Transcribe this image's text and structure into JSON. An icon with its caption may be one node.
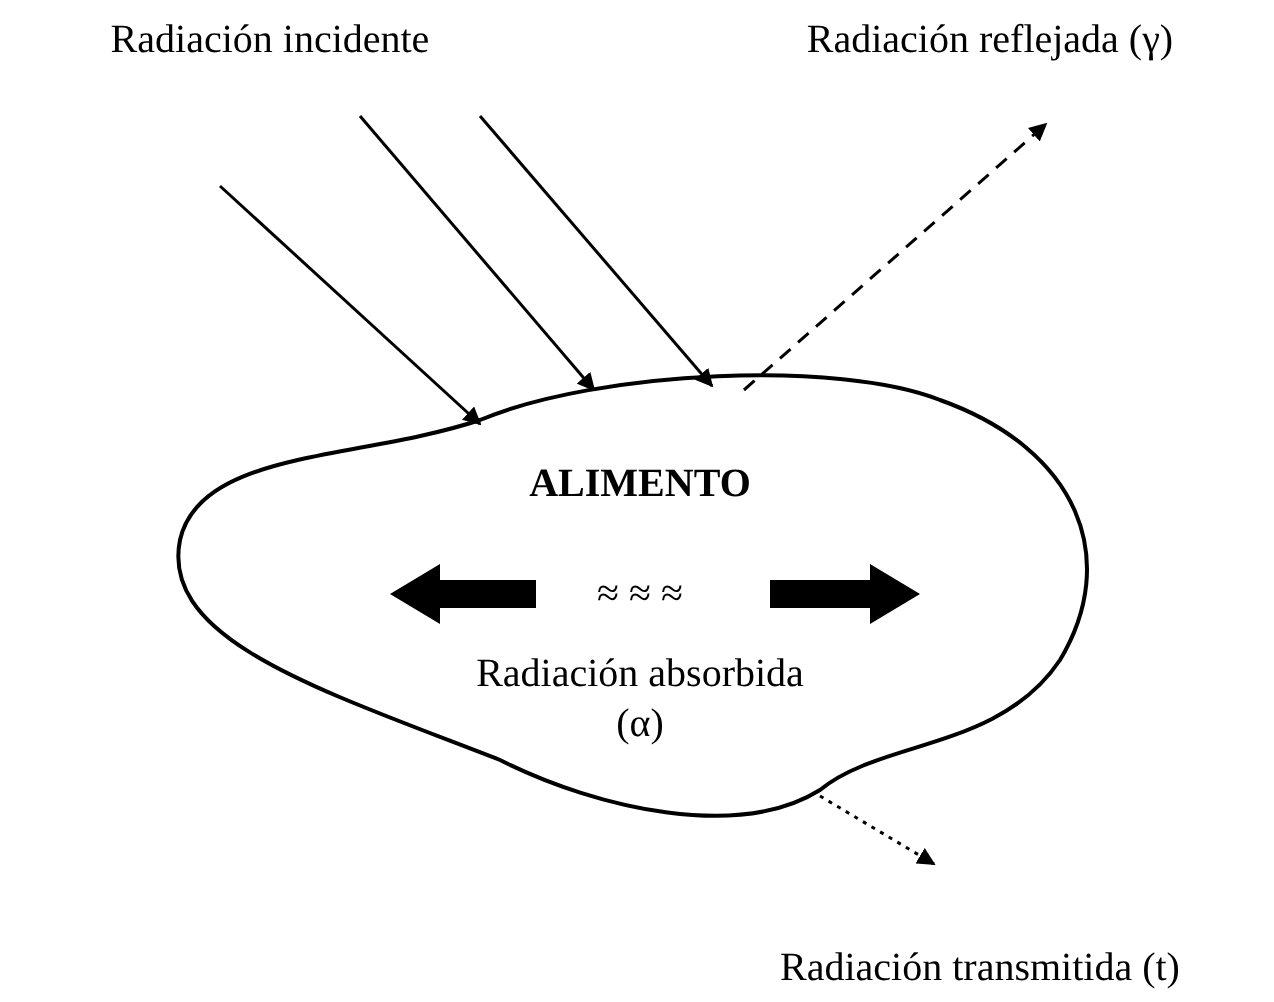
{
  "diagram": {
    "nodes": [
      {
        "text": [
          "Radiación incidente"
        ]
      },
      {
        "text": [
          "ALIMENTO",
          "≈ ≈ ≈",
          "Radiación absorbida (α)"
        ]
      },
      {
        "text": [
          "Radiación reflejada (γ)"
        ]
      },
      {
        "text": [
          "Radiación transmitida (t)"
        ]
      }
    ],
    "edges": [
      {
        "from": 0,
        "to": 1,
        "arrow": "to"
      },
      {
        "from": 0,
        "to": 1,
        "arrow": "to"
      },
      {
        "from": 0,
        "to": 1,
        "arrow": "to"
      },
      {
        "from": 1,
        "to": 2,
        "arrow": "to",
        "style": "dashed"
      },
      {
        "from": 1,
        "to": 3,
        "arrow": "to",
        "style": "dashed"
      }
    ]
  }
}
